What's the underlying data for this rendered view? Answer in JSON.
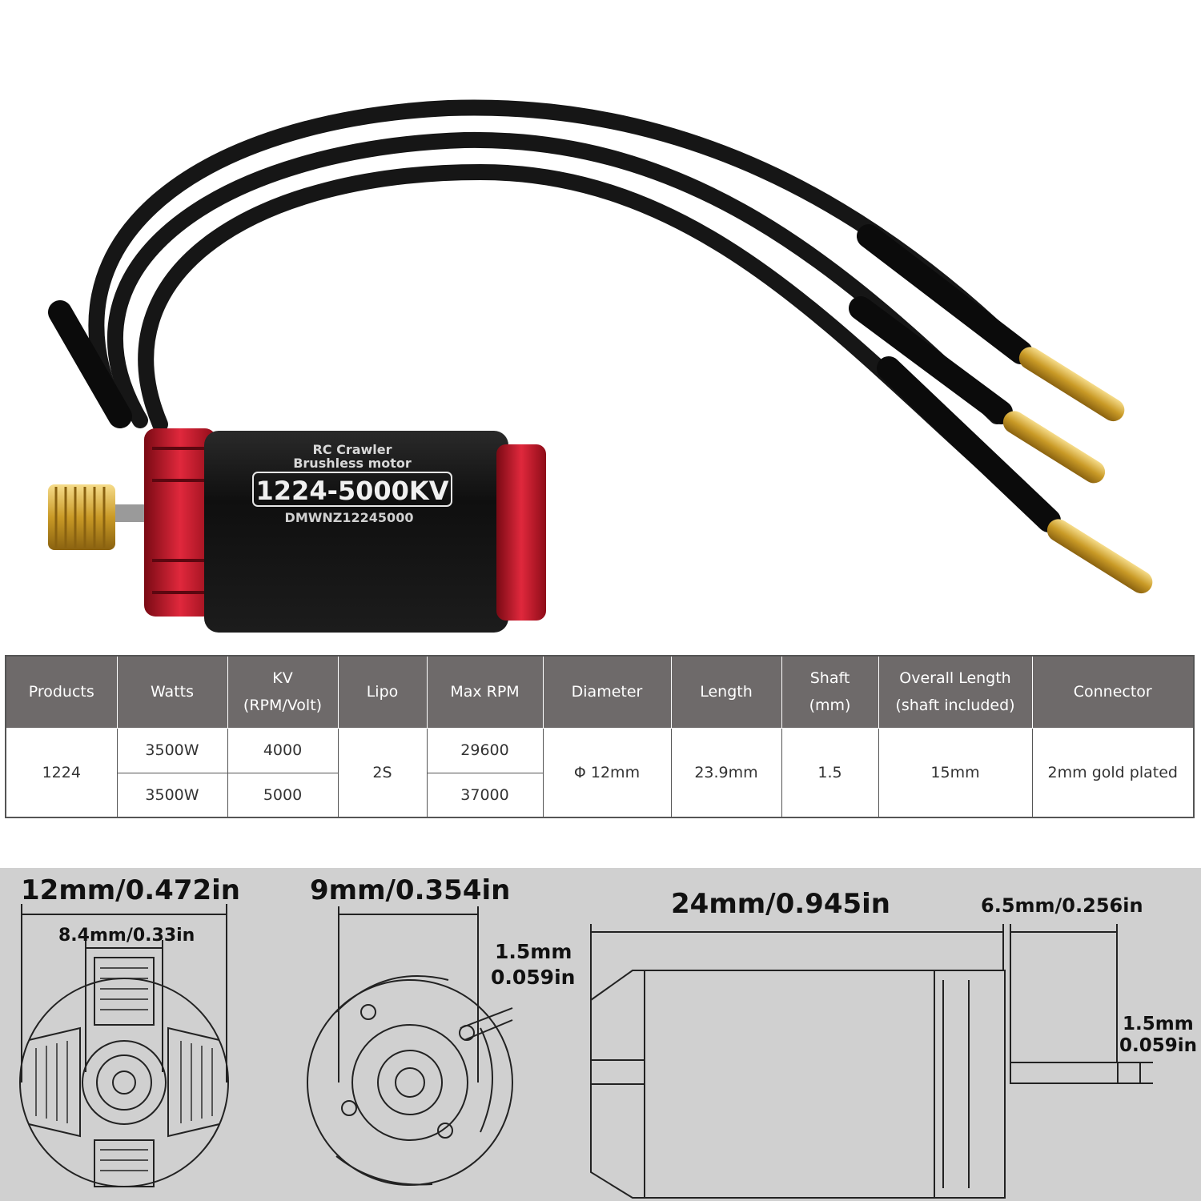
{
  "product_photo": {
    "label_line1": "RC Crawler",
    "label_line2": "Brushless motor",
    "model": "1224-5000KV",
    "serial": "DMWNZ12245000"
  },
  "spec_table": {
    "headers": [
      {
        "line1": "Products",
        "line2": ""
      },
      {
        "line1": "Watts",
        "line2": ""
      },
      {
        "line1": "KV",
        "line2": "(RPM/Volt)"
      },
      {
        "line1": "Lipo",
        "line2": ""
      },
      {
        "line1": "Max RPM",
        "line2": ""
      },
      {
        "line1": "Diameter",
        "line2": ""
      },
      {
        "line1": "Length",
        "line2": ""
      },
      {
        "line1": "Shaft",
        "line2": "(mm)"
      },
      {
        "line1": "Overall Length",
        "line2": "(shaft included)"
      },
      {
        "line1": "Connector",
        "line2": ""
      }
    ],
    "product": "1224",
    "rows": [
      {
        "watts": "3500W",
        "kv": "4000",
        "max_rpm": "29600"
      },
      {
        "watts": "3500W",
        "kv": "5000",
        "max_rpm": "37000"
      }
    ],
    "lipo": "2S",
    "diameter": "Φ 12mm",
    "length": "23.9mm",
    "shaft": "1.5",
    "overall_length": "15mm",
    "connector": "2mm gold plated"
  },
  "dimensions": {
    "outer_diameter": "12mm/0.472in",
    "inner_diameter": "8.4mm/0.33in",
    "mount_spacing": "9mm/0.354in",
    "hole_line1": "1.5mm",
    "hole_line2": "0.059in",
    "body_length": "24mm/0.945in",
    "shaft_length": "6.5mm/0.256in",
    "shaft_dia_line1": "1.5mm",
    "shaft_dia_line2": "0.059in"
  },
  "colors": {
    "header_bg": "#6e6a6a",
    "panel_bg": "#d0d0d0",
    "motor_red": "#c8102e",
    "motor_black": "#151515",
    "gold": "#d4a62a"
  }
}
